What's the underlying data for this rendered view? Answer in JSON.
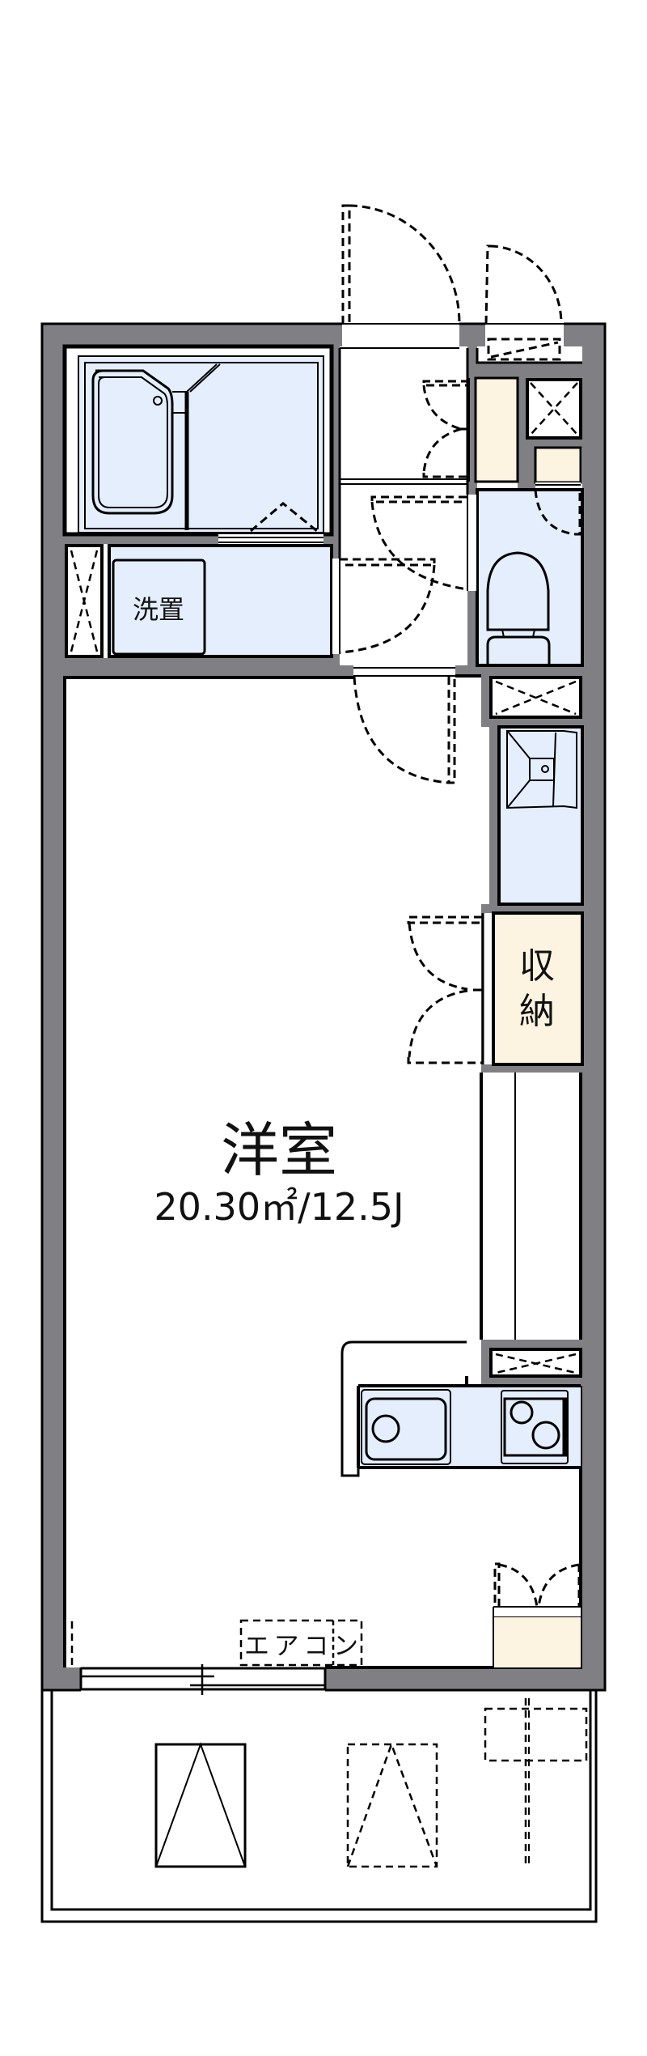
{
  "floor_plan": {
    "rooms": {
      "western_room": {
        "label": "洋室",
        "area": "20.30㎡/12.5J"
      },
      "washing_machine": {
        "label": "洗置"
      },
      "storage": {
        "label_line1": "収",
        "label_line2": "納"
      },
      "air_conditioner": {
        "label": "エアコン"
      }
    },
    "colors": {
      "wall": "#808084",
      "wet_area": "#e4eefc",
      "storage": "#fdf3e1",
      "line": "#000000"
    }
  }
}
